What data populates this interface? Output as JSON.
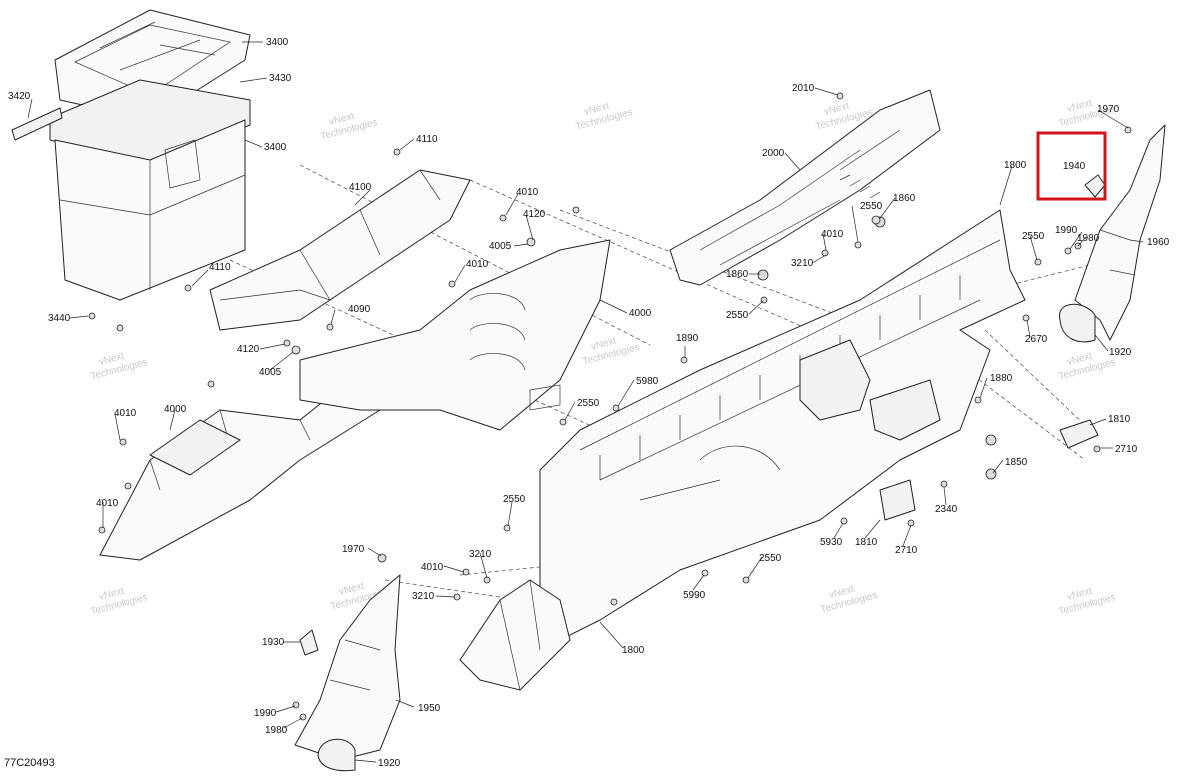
{
  "figure_id": "77C20493",
  "watermark": [
    "vNext",
    "Technologies"
  ],
  "highlight_label": "1940",
  "callouts": [
    "3400",
    "3430",
    "3420",
    "3400",
    "3440",
    "4110",
    "4100",
    "4110",
    "4120",
    "4005",
    "4090",
    "4010",
    "4120",
    "4005",
    "4010",
    "4000",
    "4010",
    "4000",
    "4010",
    "2010",
    "2000",
    "1800",
    "1860",
    "2550",
    "4010",
    "3210",
    "1860",
    "2550",
    "2550",
    "1970",
    "1940",
    "1990",
    "1980",
    "1960",
    "2670",
    "1920",
    "1890",
    "5980",
    "2550",
    "1880",
    "1810",
    "2710",
    "1850",
    "2340",
    "5930",
    "1810",
    "2710",
    "2550",
    "5990",
    "1800",
    "1970",
    "4010",
    "3210",
    "3210",
    "1930",
    "1950",
    "1990",
    "1980",
    "1920",
    "2550"
  ]
}
